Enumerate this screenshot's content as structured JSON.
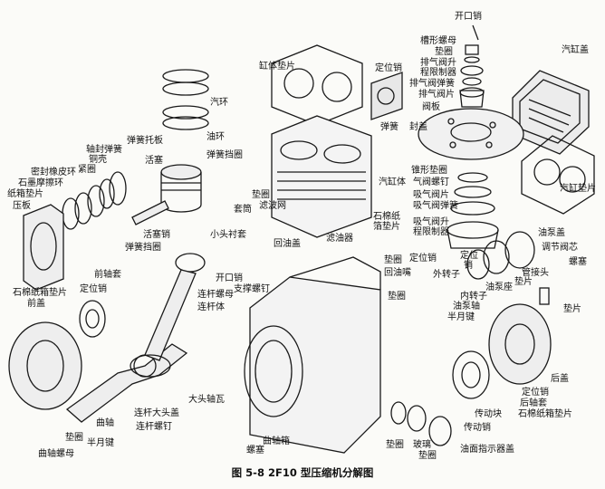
{
  "caption": "图 5-8   2F10 型压缩机分解图",
  "labels": {
    "kaikou_xiao_top": "开口销",
    "caoxing_luomu": "槽形螺母",
    "dianquan_top": "垫圈",
    "paiqi_fa_sheng_1": "排气阀升",
    "paiqi_fa_sheng_2": "程限制器",
    "paiqi_fa_tanhuang": "排气阀弹簧",
    "paiqi_fa_pian": "排气阀片",
    "fa_ban": "阀板",
    "qigang_gai": "汽缸盖",
    "gangti_dianpian": "缸体垫片",
    "dingwei_xiao_top": "定位销",
    "tanhuang": "弹簧",
    "feng_tao": "封盖",
    "qi_huan": "汽环",
    "you_huan": "油环",
    "tanhuang_tuoban": "弹簧托板",
    "zhou_feng_tanhuang": "轴封弹簧",
    "tong_ke": "铜壳",
    "jin_quan": "紧圈",
    "mifeng_xiangpi_huan": "密封橡皮环",
    "shimo_mohuan": "石墨摩擦环",
    "zhixiang_dianpian": "纸箱垫片",
    "ya_ban": "压板",
    "huo_sai": "活塞",
    "tanhuang_dangquan_a": "弹簧挡圈",
    "huosai_xiao": "活塞销",
    "tanhuang_dangquan_b": "弹簧挡圈",
    "xiaotou_chentao": "小头衬套",
    "zhuixing_dianquan": "锥形垫圈",
    "qifa_luoding": "气阀螺钉",
    "xiqi_fa_pian": "吸气阀片",
    "qigang_ti": "汽缸体",
    "xiqi_fa_tanhuang": "吸气阀弹簧",
    "xiqi_fa_sheng_1": "吸气阀升",
    "xiqi_fa_sheng_2": "程限制器",
    "qigang_dianpian": "汽缸垫片",
    "dian_quan_mid": "垫圈",
    "tao_tong": "套筒",
    "lv_bo_wang": "滤波网",
    "shimian_zhi_1": "石棉纸",
    "shimian_zhi_2": "箔垫片",
    "hui_you_gai": "回油盖",
    "lv_you_qi": "滤油器",
    "youbeng_gai": "油泵盖",
    "tiaojie_fa_xin": "调节阀芯",
    "luo_sai_r": "螺塞",
    "dingwei_xiao_mid": "定位销",
    "hui_you_zui": "回油嘴",
    "dianquan_oil": "垫圈",
    "waizhuanzi": "外转子",
    "dingwei_xiao_pump": "定位",
    "xiao_pump": "销",
    "neizhuanzi": "内转子",
    "youbeng_zhou": "油泵轴",
    "youbeng_zuo": "油泵座",
    "guanjietou": "管接头",
    "dian_pian_r": "垫片",
    "dian_pian_r2": "垫片",
    "banyuejian_mid": "半月键",
    "dian_quan_lower": "垫圈",
    "kaikou_xiao_mid": "开口销",
    "lian_gan_luomu": "连杆螺母",
    "zhicheng_luoding": "支撑螺钉",
    "liangan_ti": "连杆体",
    "shimian_zhi_left": "石棉纸箱垫片",
    "qian_gai": "前盖",
    "dingwei_xiao_left": "定位销",
    "qian_zhou_tao": "前轴套",
    "hou_gai": "后盖",
    "dingwei_xiao_right": "定位销",
    "hou_zhou_tao": "后轴套",
    "shimian_zhi_right": "石棉纸箱垫片",
    "chuandong_kuai": "传动块",
    "chuandong_xiao": "传动销",
    "dian_quan_bottom": "垫圈",
    "boli": "玻璃",
    "dian_quan_b2": "垫圈",
    "you_mian_zhishiqi": "油面指示器盖",
    "liangan_datou": "连杆大头盖",
    "liangan_luoding": "连杆螺钉",
    "datou_zhouwa": "大头轴瓦",
    "dianquan_left": "垫圈",
    "qu_zhou": "曲轴",
    "banyuejian_left": "半月键",
    "quzhou_luomu": "曲轴螺母",
    "qu_zhou_xiang": "曲轴箱",
    "luo_sai_bottom": "螺塞"
  }
}
